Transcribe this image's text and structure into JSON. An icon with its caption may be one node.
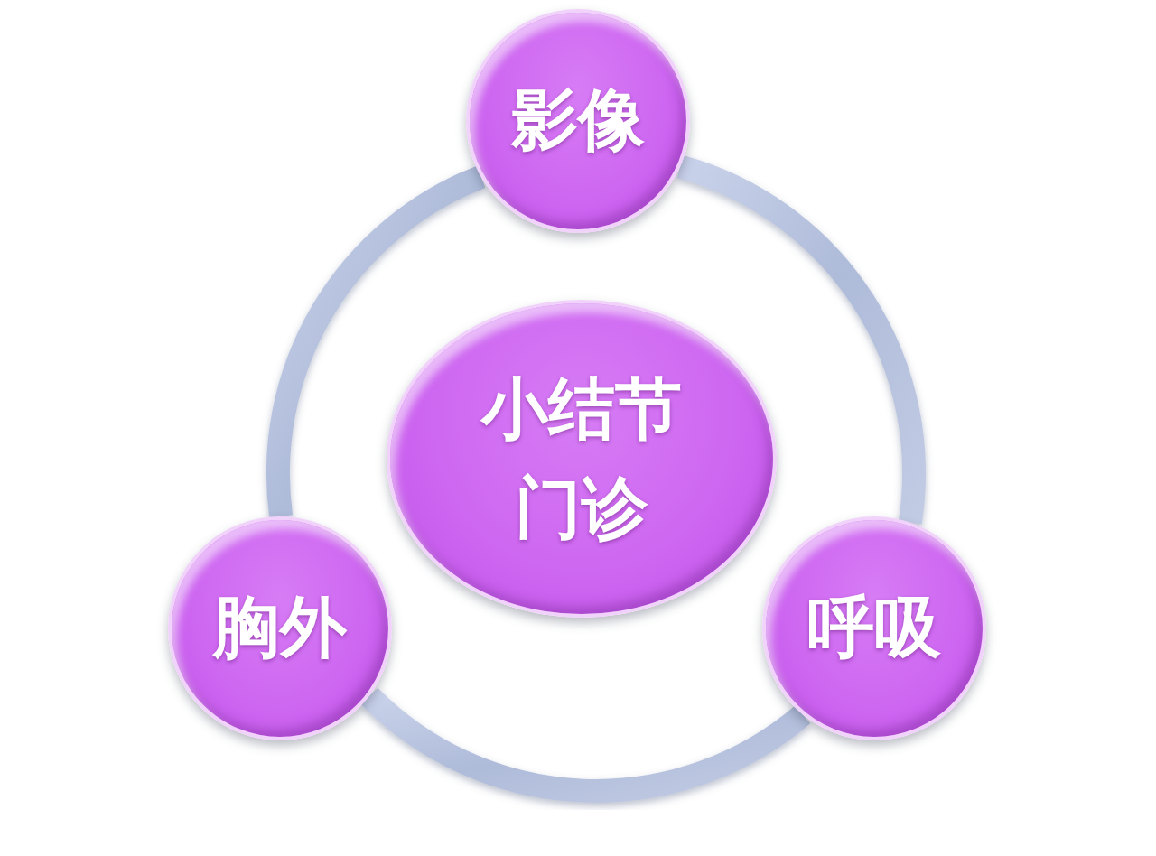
{
  "diagram": {
    "nodes": [
      {
        "text": [
          "影像"
        ]
      },
      {
        "text": [
          "小结节门诊"
        ]
      },
      {
        "text": [
          "胸外"
        ]
      },
      {
        "text": [
          "呼吸"
        ]
      }
    ],
    "edges": [
      {
        "from": 0,
        "to": 3,
        "arrow": "none"
      },
      {
        "from": 3,
        "to": 2,
        "arrow": "none"
      },
      {
        "from": 2,
        "to": 0,
        "arrow": "none"
      }
    ]
  }
}
